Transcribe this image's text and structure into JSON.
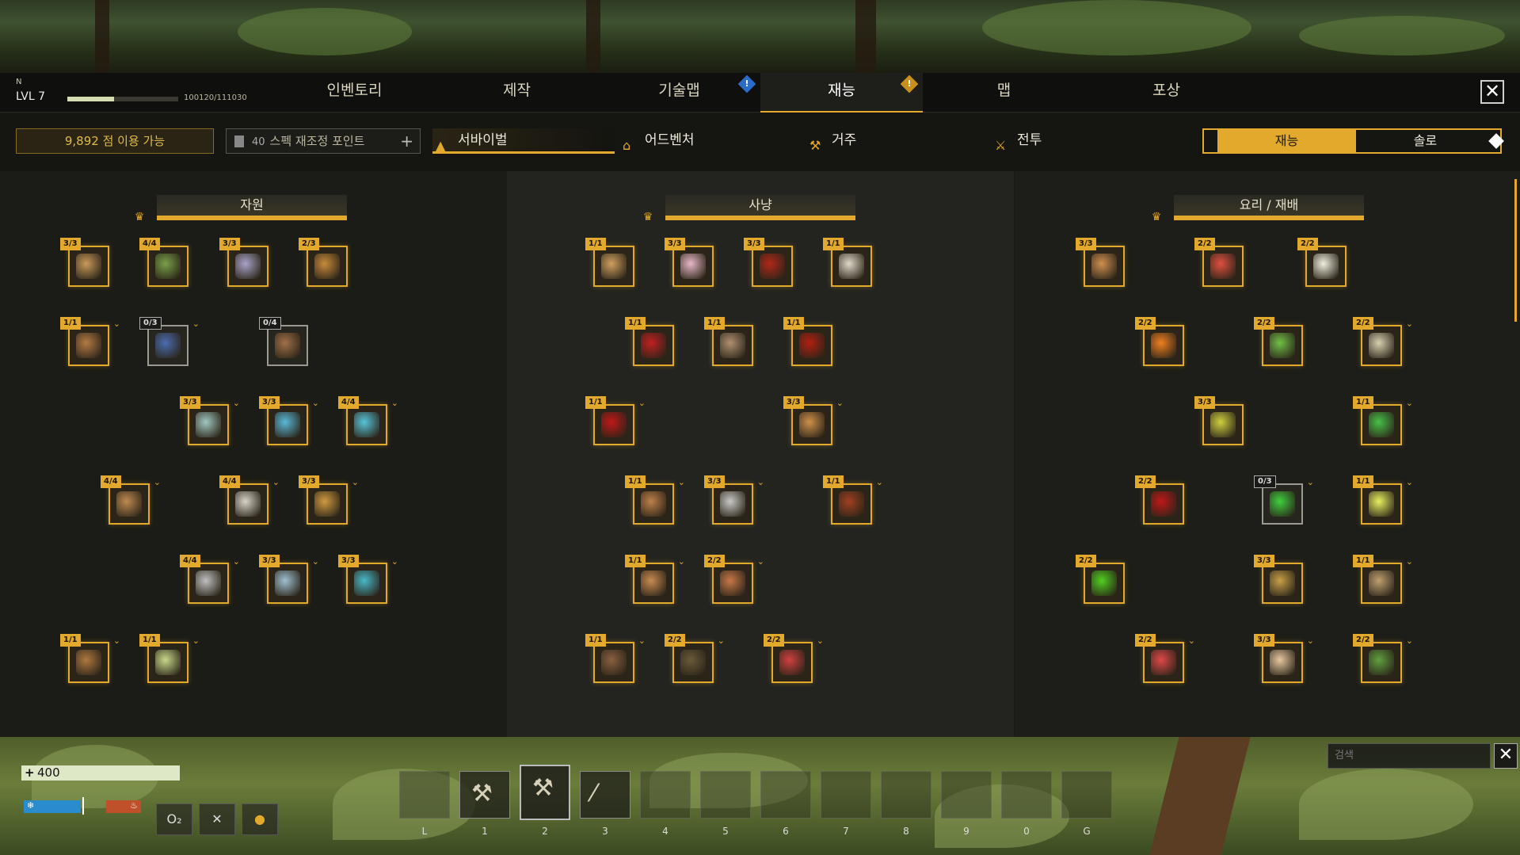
{
  "header": {
    "compass": "N",
    "level": "LVL 7",
    "xp_text": "100120/111030",
    "xp_fraction": 0.42,
    "tabs": [
      "인벤토리",
      "제작",
      "기술맵",
      "재능",
      "맵",
      "포상"
    ],
    "alert_glyph": "!"
  },
  "subbar": {
    "points": "9,892 점 이용 가능",
    "respec_count": "40",
    "respec_label": "스펙 재조정 포인트",
    "plus": "+",
    "categories": [
      "서바이벌",
      "어드벤처",
      "거주",
      "전투"
    ],
    "toggle": [
      "재능",
      "솔로"
    ]
  },
  "panels": [
    {
      "title": "자원",
      "nodes": [
        {
          "rank": "3/3",
          "icon": "log-icon",
          "color": "#c99a5a"
        },
        {
          "rank": "4/4",
          "icon": "herb-bundle-icon",
          "color": "#7aa048"
        },
        {
          "rank": "3/3",
          "icon": "ore-icon",
          "color": "#a9a3c8"
        },
        {
          "rank": "2/3",
          "icon": "crate-icon",
          "color": "#c88a3a"
        },
        {
          "rank": "1/1",
          "icon": "firewood-icon",
          "color": "#b47a44"
        },
        {
          "rank": "0/3",
          "icon": "berries-icon",
          "color": "#4a6cb0"
        },
        {
          "rank": "0/4",
          "icon": "satchel-icon",
          "color": "#a07048"
        },
        {
          "rank": "3/3",
          "icon": "flask-icon",
          "color": "#9fc7c0"
        },
        {
          "rank": "3/3",
          "icon": "crystal-icon",
          "color": "#5ab8d8"
        },
        {
          "rank": "4/4",
          "icon": "ore-crate-icon",
          "color": "#58c4d8"
        },
        {
          "rank": "4/4",
          "icon": "log-cut-icon",
          "color": "#c08a50"
        },
        {
          "rank": "4/4",
          "icon": "stone-icon",
          "color": "#d8d4c8"
        },
        {
          "rank": "3/3",
          "icon": "crate-gold-icon",
          "color": "#d09a40"
        },
        {
          "rank": "4/4",
          "icon": "ingot-icon",
          "color": "#c0c0c0"
        },
        {
          "rank": "3/3",
          "icon": "bars-icon",
          "color": "#9ec0d0"
        },
        {
          "rank": "3/3",
          "icon": "gem-bag-icon",
          "color": "#48b8c8"
        },
        {
          "rank": "1/1",
          "icon": "planks-icon",
          "color": "#b07840"
        },
        {
          "rank": "1/1",
          "icon": "leaf-hand-icon",
          "color": "#c8d888"
        }
      ]
    },
    {
      "title": "사냥",
      "nodes": [
        {
          "rank": "1/1",
          "icon": "claw-icon",
          "color": "#d0a060"
        },
        {
          "rank": "3/3",
          "icon": "potion-icon",
          "color": "#e8b8c8"
        },
        {
          "rank": "3/3",
          "icon": "hood-icon",
          "color": "#b02818"
        },
        {
          "rank": "1/1",
          "icon": "feather-icon",
          "color": "#e0d8c8"
        },
        {
          "rank": "1/1",
          "icon": "hunter-head-icon",
          "color": "#c02020"
        },
        {
          "rank": "1/1",
          "icon": "book-icon",
          "color": "#b09070"
        },
        {
          "rank": "1/1",
          "icon": "mask-icon",
          "color": "#b02010"
        },
        {
          "rank": "1/1",
          "icon": "blood-drop-icon",
          "color": "#c01818"
        },
        {
          "rank": "3/3",
          "icon": "pelt-icon",
          "color": "#d0904a"
        },
        {
          "rank": "1/1",
          "icon": "rabbit-icon",
          "color": "#c0804a"
        },
        {
          "rank": "3/3",
          "icon": "knife-icon",
          "color": "#c8c8c8"
        },
        {
          "rank": "1/1",
          "icon": "tome-icon",
          "color": "#a04020"
        },
        {
          "rank": "1/1",
          "icon": "deer-icon",
          "color": "#c88a50"
        },
        {
          "rank": "2/2",
          "icon": "leather-icon",
          "color": "#c87848"
        },
        {
          "rank": "1/1",
          "icon": "boar-icon",
          "color": "#8a6040"
        },
        {
          "rank": "2/2",
          "icon": "trap-icon",
          "color": "#6a5a3a"
        },
        {
          "rank": "2/2",
          "icon": "meat-icon",
          "color": "#d04040"
        }
      ]
    },
    {
      "title": "요리 / 재배",
      "nodes": [
        {
          "rank": "3/3",
          "icon": "basket-icon",
          "color": "#d09050"
        },
        {
          "rank": "2/2",
          "icon": "shrimp-icon",
          "color": "#e05040"
        },
        {
          "rank": "2/2",
          "icon": "flower-pot-icon",
          "color": "#f0f0e0"
        },
        {
          "rank": "2/2",
          "icon": "fire-icon",
          "color": "#f08020"
        },
        {
          "rank": "2/2",
          "icon": "bush-icon",
          "color": "#70c048"
        },
        {
          "rank": "2/2",
          "icon": "seeds-icon",
          "color": "#d8d0b0"
        },
        {
          "rank": "3/3",
          "icon": "soup-icon",
          "color": "#d0d040"
        },
        {
          "rank": "1/1",
          "icon": "sprout-hand-icon",
          "color": "#48c048"
        },
        {
          "rank": "2/2",
          "icon": "blood-drop-icon",
          "color": "#c01818"
        },
        {
          "rank": "0/3",
          "icon": "lightning-icon",
          "color": "#40d040"
        },
        {
          "rank": "1/1",
          "icon": "glow-icon",
          "color": "#e8f060"
        },
        {
          "rank": "2/2",
          "icon": "heart-icon",
          "color": "#50d020"
        },
        {
          "rank": "3/3",
          "icon": "watering-can-icon",
          "color": "#c8a048"
        },
        {
          "rank": "1/1",
          "icon": "scroll-icon",
          "color": "#c0a070"
        },
        {
          "rank": "2/2",
          "icon": "steak-icon",
          "color": "#e04848"
        },
        {
          "rank": "3/3",
          "icon": "herb-hand-icon",
          "color": "#e8c8a0"
        },
        {
          "rank": "2/2",
          "icon": "potted-plant-icon",
          "color": "#60a040"
        }
      ]
    }
  ],
  "hud": {
    "health": "400",
    "stat_o2": "O₂",
    "hotbar_labels": [
      "L",
      "1",
      "2",
      "3",
      "4",
      "5",
      "6",
      "7",
      "8",
      "9",
      "0",
      "G"
    ],
    "search_placeholder": "검색",
    "close_glyph": "✕"
  },
  "colors": {
    "accent": "#e3a92c",
    "alert_blue": "#2a6cc8",
    "alert_gold": "#c8901c"
  }
}
